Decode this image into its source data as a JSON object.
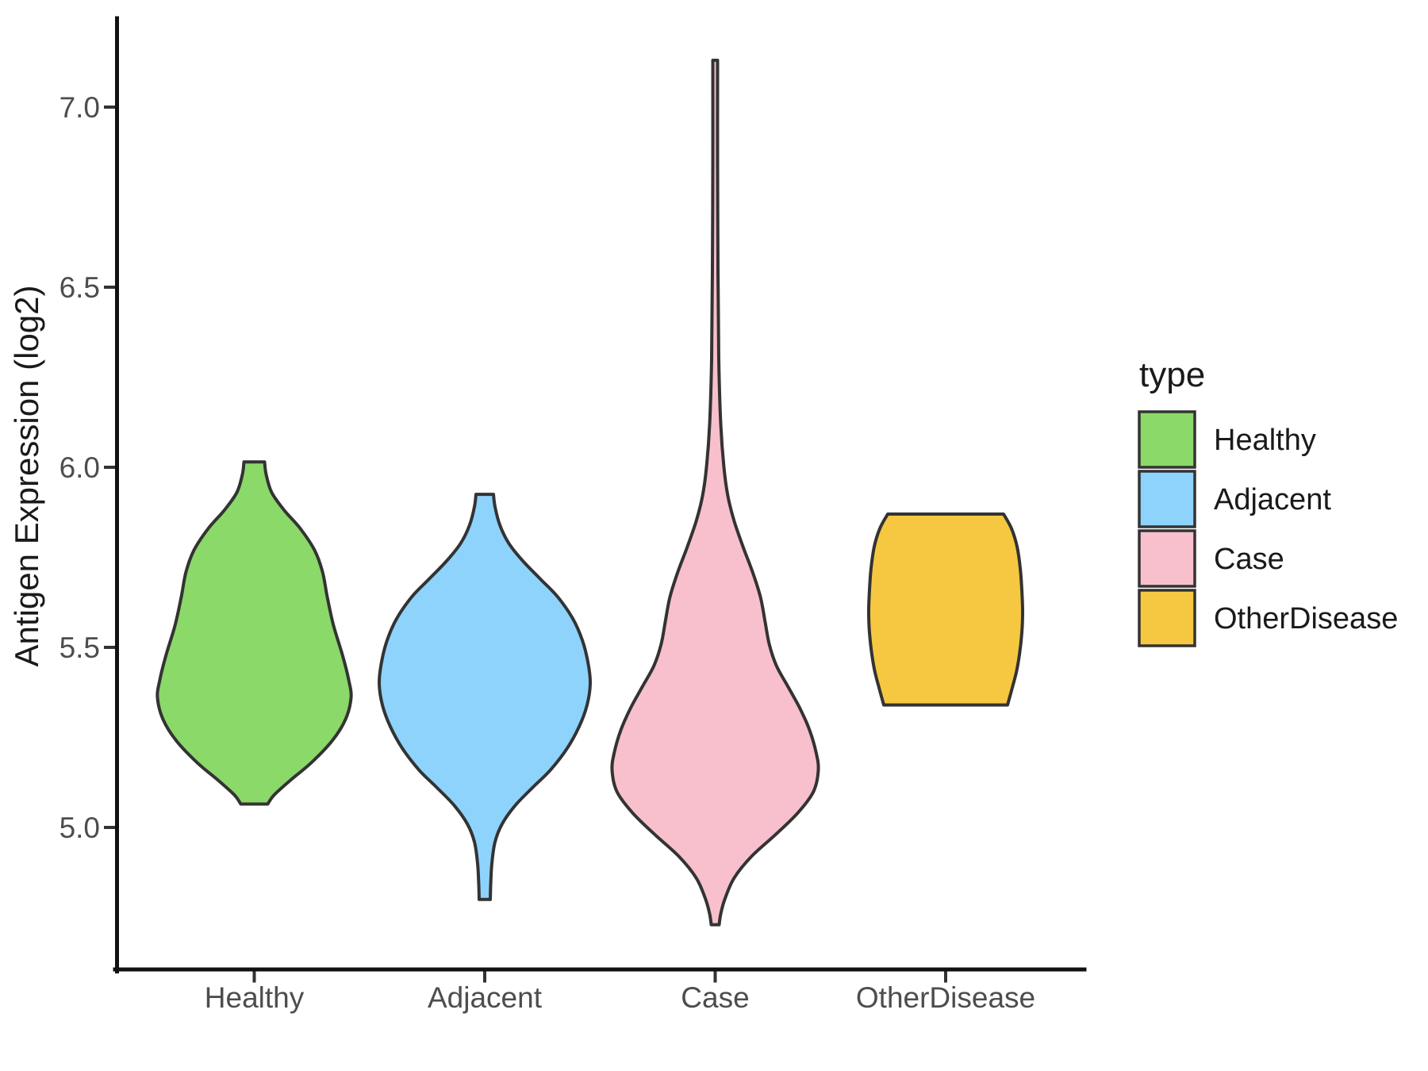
{
  "figure": {
    "background": "#FFFFFF",
    "axis_color": "#111111",
    "tick_color": "#333333",
    "tick_label_color": "#4D4D4D",
    "text_color": "#1A1A1A",
    "violin_outline_color": "#333333"
  },
  "chart_data": {
    "type": "violin",
    "title": "",
    "xlabel": "",
    "ylabel": "Antigen Expression (log2)",
    "legend_title": "type",
    "legend_position": "right",
    "grid": false,
    "ylim": [
      4.61,
      7.25
    ],
    "yticks": [
      "5.0",
      "5.5",
      "6.0",
      "6.5",
      "7.0"
    ],
    "ytick_values": [
      5.0,
      5.5,
      6.0,
      6.5,
      7.0
    ],
    "categories": [
      "Healthy",
      "Adjacent",
      "Case",
      "OtherDisease"
    ],
    "profile_units": [
      "expression_log2",
      "half_width_px"
    ],
    "series": [
      {
        "name": "Healthy",
        "color": "#8BD968",
        "summary": {
          "min": 5.07,
          "max": 6.01,
          "widest_at": 5.36
        },
        "profile": [
          [
            6.015,
            13
          ],
          [
            5.98,
            15
          ],
          [
            5.93,
            22
          ],
          [
            5.88,
            38
          ],
          [
            5.83,
            58
          ],
          [
            5.77,
            76
          ],
          [
            5.71,
            86
          ],
          [
            5.64,
            92
          ],
          [
            5.56,
            100
          ],
          [
            5.48,
            111
          ],
          [
            5.41,
            119
          ],
          [
            5.36,
            122
          ],
          [
            5.3,
            115
          ],
          [
            5.24,
            98
          ],
          [
            5.18,
            72
          ],
          [
            5.13,
            45
          ],
          [
            5.09,
            25
          ],
          [
            5.065,
            17
          ]
        ]
      },
      {
        "name": "Adjacent",
        "color": "#8ED3FC",
        "summary": {
          "min": 4.8,
          "max": 5.92,
          "widest_at": 5.4
        },
        "profile": [
          [
            5.925,
            11
          ],
          [
            5.89,
            13
          ],
          [
            5.84,
            19
          ],
          [
            5.79,
            30
          ],
          [
            5.74,
            48
          ],
          [
            5.69,
            70
          ],
          [
            5.64,
            92
          ],
          [
            5.58,
            111
          ],
          [
            5.52,
            123
          ],
          [
            5.46,
            130
          ],
          [
            5.4,
            133
          ],
          [
            5.34,
            129
          ],
          [
            5.28,
            119
          ],
          [
            5.22,
            104
          ],
          [
            5.16,
            83
          ],
          [
            5.11,
            60
          ],
          [
            5.06,
            38
          ],
          [
            5.01,
            22
          ],
          [
            4.96,
            13
          ],
          [
            4.9,
            9
          ],
          [
            4.84,
            7.5
          ],
          [
            4.8,
            7
          ]
        ]
      },
      {
        "name": "Case",
        "color": "#F8C0CC",
        "summary": {
          "min": 4.73,
          "max": 7.13,
          "widest_at": 5.16
        },
        "profile": [
          [
            7.13,
            3
          ],
          [
            6.85,
            3
          ],
          [
            6.55,
            3.5
          ],
          [
            6.3,
            4.5
          ],
          [
            6.12,
            7
          ],
          [
            6.0,
            11
          ],
          [
            5.92,
            16
          ],
          [
            5.85,
            24
          ],
          [
            5.78,
            35
          ],
          [
            5.71,
            47
          ],
          [
            5.64,
            57
          ],
          [
            5.57,
            63
          ],
          [
            5.51,
            68
          ],
          [
            5.45,
            77
          ],
          [
            5.39,
            92
          ],
          [
            5.33,
            107
          ],
          [
            5.27,
            119
          ],
          [
            5.21,
            127
          ],
          [
            5.16,
            130
          ],
          [
            5.1,
            124
          ],
          [
            5.04,
            104
          ],
          [
            4.98,
            76
          ],
          [
            4.92,
            46
          ],
          [
            4.86,
            24
          ],
          [
            4.8,
            12
          ],
          [
            4.76,
            7
          ],
          [
            4.73,
            5
          ]
        ]
      },
      {
        "name": "OtherDisease",
        "color": "#F6C842",
        "summary": {
          "min": 5.34,
          "max": 5.87,
          "widest_at": 5.6
        },
        "profile": [
          [
            5.87,
            73
          ],
          [
            5.83,
            83
          ],
          [
            5.78,
            90
          ],
          [
            5.72,
            94
          ],
          [
            5.66,
            96
          ],
          [
            5.6,
            97
          ],
          [
            5.54,
            96
          ],
          [
            5.48,
            93
          ],
          [
            5.43,
            89
          ],
          [
            5.38,
            83
          ],
          [
            5.34,
            78
          ]
        ]
      }
    ]
  }
}
